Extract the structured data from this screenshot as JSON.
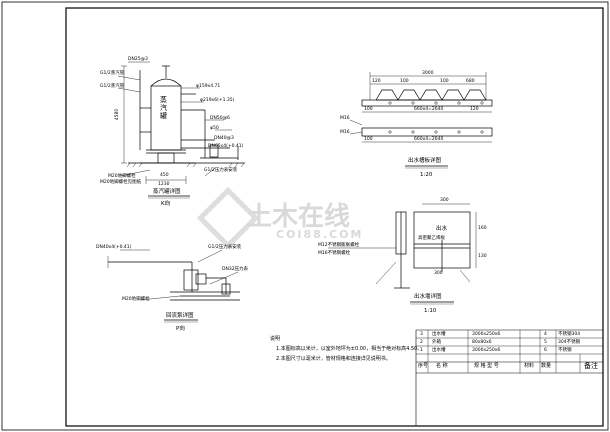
{
  "watermark": {
    "brand": "土木在线",
    "site": "COI88.COM"
  },
  "drawing_a": {
    "title": "蒸汽罐详图",
    "scale": "K向",
    "tank_label": "蒸汽罐",
    "labels": [
      "DN25@3",
      "G1/2蒸汽管",
      "G1/2蒸汽管",
      "φ159x4.71",
      "φ219x6(+1.35)",
      "DN50@6",
      "φ50",
      "DN40@3",
      "DN65x4(+0.41)",
      "1230",
      "450",
      "M20地脚螺栓",
      "M20地脚螺栓见图纸",
      "G1/2压力表安装",
      "4580"
    ]
  },
  "drawing_b": {
    "title": "出水槽板详图",
    "scale": "1:20",
    "labels": [
      "3000",
      "120",
      "100",
      "100",
      "680",
      "660x4=2640",
      "100",
      "100",
      "660x4=2640",
      "M16",
      "M16",
      "120"
    ]
  },
  "drawing_c": {
    "title": "回流泵详图",
    "scale": "P向",
    "labels": [
      "DN40x4(+0.41)",
      "G1/2压力表安装",
      "DN32压力表",
      "M20地脚螺栓"
    ]
  },
  "drawing_d": {
    "title": "出水堰详图",
    "scale": "1:10",
    "weir_label": "出水",
    "labels": [
      "300",
      "160",
      "130",
      "M12不锈钢膨胀螺栓",
      "高密聚乙烯板",
      "M16不锈钢螺栓",
      "300"
    ]
  },
  "notes": {
    "heading": "说明",
    "items": [
      "1.本图标高以米计，以室外地坪为±0.00，相当于绝对标高4.50。",
      "2.本图尺寸以毫米计，管材规格和连接详见说明书。"
    ]
  },
  "material_table": {
    "rows": [
      {
        "no": "3",
        "name": "出水槽",
        "spec": "3000x250x6",
        "unit": "",
        "qty": "4",
        "note": "不锈钢304"
      },
      {
        "no": "2",
        "name": "外箱",
        "spec": "80x80x6",
        "unit": "",
        "qty": "5",
        "note": "304不锈钢"
      },
      {
        "no": "1",
        "name": "出水槽",
        "spec": "3000x250x6",
        "unit": "",
        "qty": "6",
        "note": "不锈钢"
      }
    ],
    "header": {
      "no": "序号",
      "name": "名 称",
      "spec": "规 格 型 号",
      "unit": "材料",
      "qty": "数量",
      "note": "备注"
    }
  }
}
